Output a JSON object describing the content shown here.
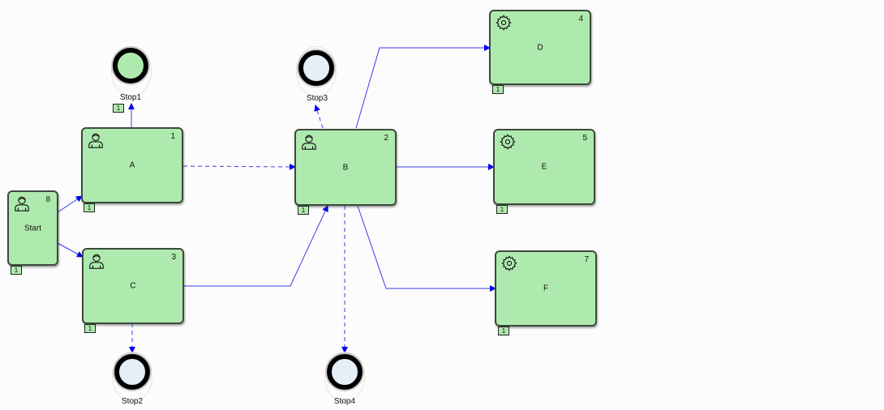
{
  "colors": {
    "node_fill": "#aeeaae",
    "node_border": "#3c4a3c",
    "edge": "#0000ee",
    "stop_green_fill": "#aeeaae",
    "stop_blue_fill": "#e6eef8"
  },
  "nodes": {
    "start": {
      "label": "Start",
      "num": "8",
      "badge": "1",
      "icon": "user-icon"
    },
    "a": {
      "label": "A",
      "num": "1",
      "badge": "1",
      "icon": "user-icon"
    },
    "b": {
      "label": "B",
      "num": "2",
      "badge": "1",
      "icon": "user-icon"
    },
    "c": {
      "label": "C",
      "num": "3",
      "badge": "1",
      "icon": "user-icon"
    },
    "d": {
      "label": "D",
      "num": "4",
      "badge": "1",
      "icon": "gear-icon"
    },
    "e": {
      "label": "E",
      "num": "5",
      "badge": "1",
      "icon": "gear-icon"
    },
    "f": {
      "label": "F",
      "num": "7",
      "badge": "1",
      "icon": "gear-icon"
    }
  },
  "stops": {
    "stop1": {
      "label": "Stop1",
      "badge": "1"
    },
    "stop2": {
      "label": "Stop2"
    },
    "stop3": {
      "label": "Stop3"
    },
    "stop4": {
      "label": "Stop4"
    }
  },
  "edges": [
    {
      "from": "Start",
      "to": "A",
      "style": "solid"
    },
    {
      "from": "Start",
      "to": "C",
      "style": "solid"
    },
    {
      "from": "A",
      "to": "Stop1",
      "style": "solid"
    },
    {
      "from": "A",
      "to": "B",
      "style": "dashed"
    },
    {
      "from": "C",
      "to": "B",
      "style": "solid"
    },
    {
      "from": "C",
      "to": "Stop2",
      "style": "dashed"
    },
    {
      "from": "B",
      "to": "Stop3",
      "style": "dashed"
    },
    {
      "from": "B",
      "to": "Stop4",
      "style": "dashed"
    },
    {
      "from": "B",
      "to": "D",
      "style": "solid"
    },
    {
      "from": "B",
      "to": "E",
      "style": "solid"
    },
    {
      "from": "B",
      "to": "F",
      "style": "solid"
    }
  ]
}
